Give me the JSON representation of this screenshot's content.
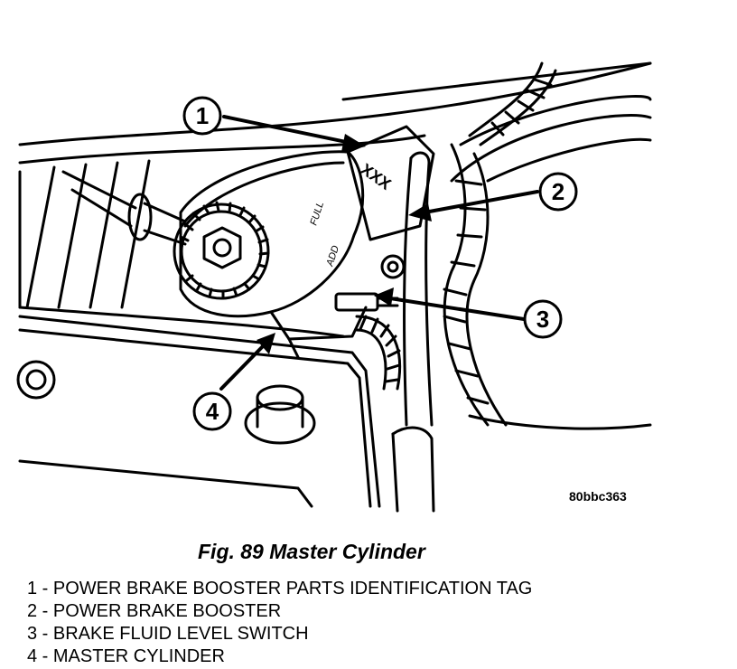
{
  "figure": {
    "code": "80bbc363",
    "tag_text": "XXX",
    "full_mark": "FULL",
    "add_mark": "ADD",
    "callouts": [
      "1",
      "2",
      "3",
      "4"
    ]
  },
  "caption": "Fig. 89 Master Cylinder",
  "legend": [
    "1 - POWER BRAKE BOOSTER PARTS IDENTIFICATION TAG",
    "2 - POWER BRAKE BOOSTER",
    "3 - BRAKE FLUID LEVEL SWITCH",
    "4 - MASTER CYLINDER"
  ]
}
